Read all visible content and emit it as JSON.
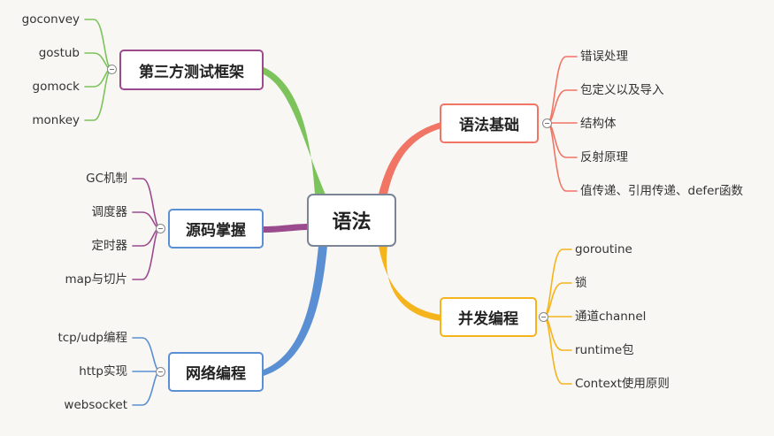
{
  "root": {
    "label": "语法"
  },
  "branches": [
    {
      "id": "syntax-basics",
      "label": "语法基础",
      "color": "#f07564",
      "children": [
        "错误处理",
        "包定义以及导入",
        "结构体",
        "反射原理",
        "值传递、引用传递、defer函数"
      ]
    },
    {
      "id": "concurrency",
      "label": "并发编程",
      "color": "#f5b31c",
      "children": [
        "goroutine",
        "锁",
        "通道channel",
        "runtime包",
        "Context使用原则"
      ]
    },
    {
      "id": "third-party-testing",
      "label": "第三方测试框架",
      "color": "#7cc35b",
      "border": "#9b4a8e",
      "children": [
        "goconvey",
        "gostub",
        "gomock",
        "monkey"
      ]
    },
    {
      "id": "source-code",
      "label": "源码掌握",
      "color": "#9b4a8e",
      "border": "#5b8fd4",
      "children": [
        "GC机制",
        "调度器",
        "定时器",
        "map与切片"
      ]
    },
    {
      "id": "network-programming",
      "label": "网络编程",
      "color": "#5b8fd4",
      "children": [
        "tcp/udp编程",
        "http实现",
        "websocket"
      ]
    }
  ]
}
